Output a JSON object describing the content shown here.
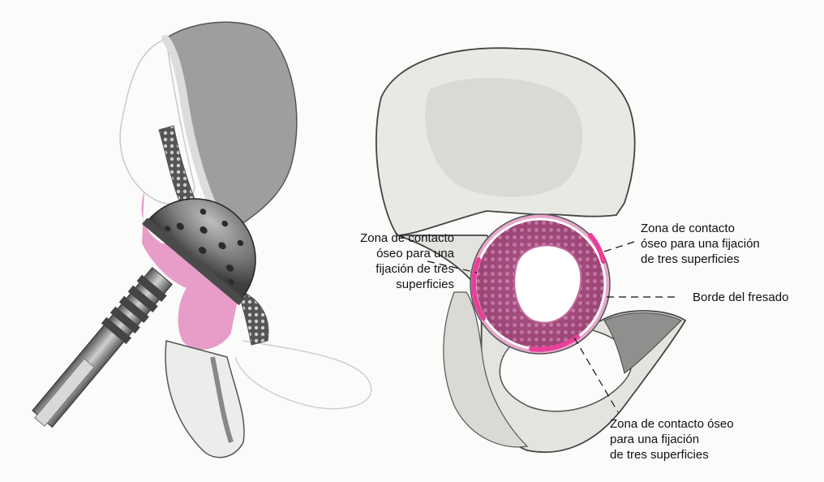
{
  "labels": {
    "left_contact": [
      "Zona de contacto",
      "óseo para una",
      "fijación de tres",
      "superficies"
    ],
    "upper_right_contact": [
      "Zona de contacto",
      "óseo para una fijación",
      "de tres superficies"
    ],
    "reaming_edge": [
      "Borde del fresado"
    ],
    "bottom_contact": [
      "Zona de contacto óseo",
      "para una fijación",
      "de tres superficies"
    ]
  },
  "colors": {
    "contact_zone": "#e05aa6",
    "bone_light": "#efefec",
    "bone_cut": "#9a9a98",
    "trabecular": "#a6487e",
    "implant": "#6f6f6f"
  }
}
